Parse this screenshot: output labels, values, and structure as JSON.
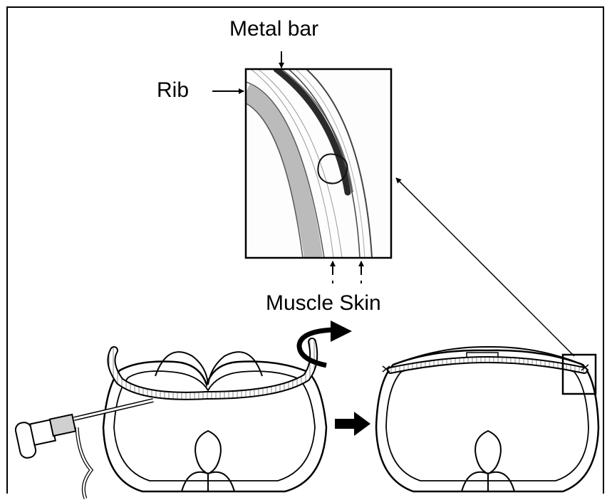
{
  "labels": {
    "metal_bar": "Metal bar",
    "rib": "Rib",
    "muscle_skin": "Muscle Skin"
  },
  "colors": {
    "line": "#000000",
    "shade": "#6f6f6f",
    "light_shade": "#c8c8c8",
    "fill": "#ffffff"
  }
}
